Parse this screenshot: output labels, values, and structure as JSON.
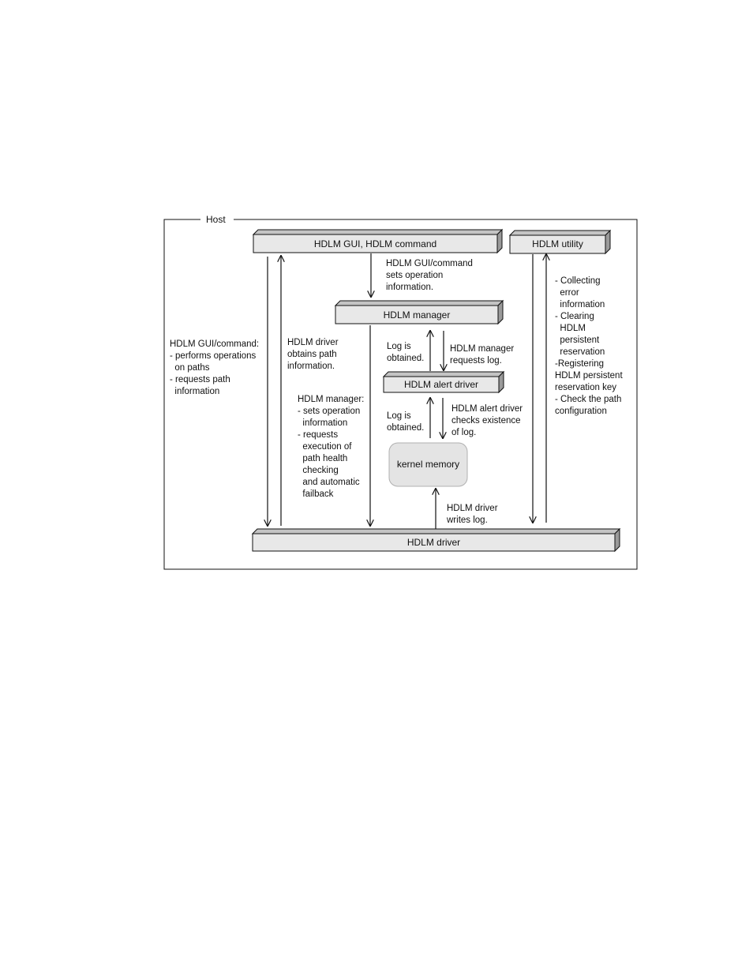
{
  "host": {
    "label": "Host"
  },
  "boxes": {
    "gui_command": "HDLM GUI, HDLM command",
    "utility": "HDLM utility",
    "manager": "HDLM manager",
    "alert_driver": "HDLM alert driver",
    "kernel_memory": "kernel memory",
    "driver": "HDLM driver"
  },
  "annotations": {
    "gui_sets_op": [
      "HDLM GUI/command",
      "sets operation",
      "information."
    ],
    "gui_performs": [
      "HDLM GUI/command:",
      "- performs operations",
      "  on paths",
      "- requests path",
      "  information"
    ],
    "driver_obtains": [
      "HDLM driver",
      "obtains path",
      "information."
    ],
    "manager_actions": [
      "HDLM manager:",
      "- sets operation",
      "  information",
      "- requests",
      "  execution of",
      "  path health",
      "  checking",
      "  and automatic",
      "  failback"
    ],
    "log_obtained_1": [
      "Log is",
      "obtained."
    ],
    "manager_requests_log": [
      "HDLM manager",
      "requests log."
    ],
    "log_obtained_2": [
      "Log is",
      "obtained."
    ],
    "alert_checks": [
      "HDLM alert driver",
      "checks existence",
      "of log."
    ],
    "driver_writes": [
      "HDLM driver",
      "writes log."
    ],
    "utility_actions": [
      "- Collecting",
      "  error",
      "  information",
      "- Clearing",
      "  HDLM",
      "  persistent",
      "  reservation",
      "-Registering",
      "HDLM persistent",
      "reservation key",
      "- Check the path",
      "configuration"
    ]
  },
  "colors": {
    "box_fill": "#e8e8e8",
    "box_side": "#9a9a9a",
    "box_top": "#c4c4c4",
    "kernel_fill": "#e4e4e4",
    "line": "#111111"
  }
}
